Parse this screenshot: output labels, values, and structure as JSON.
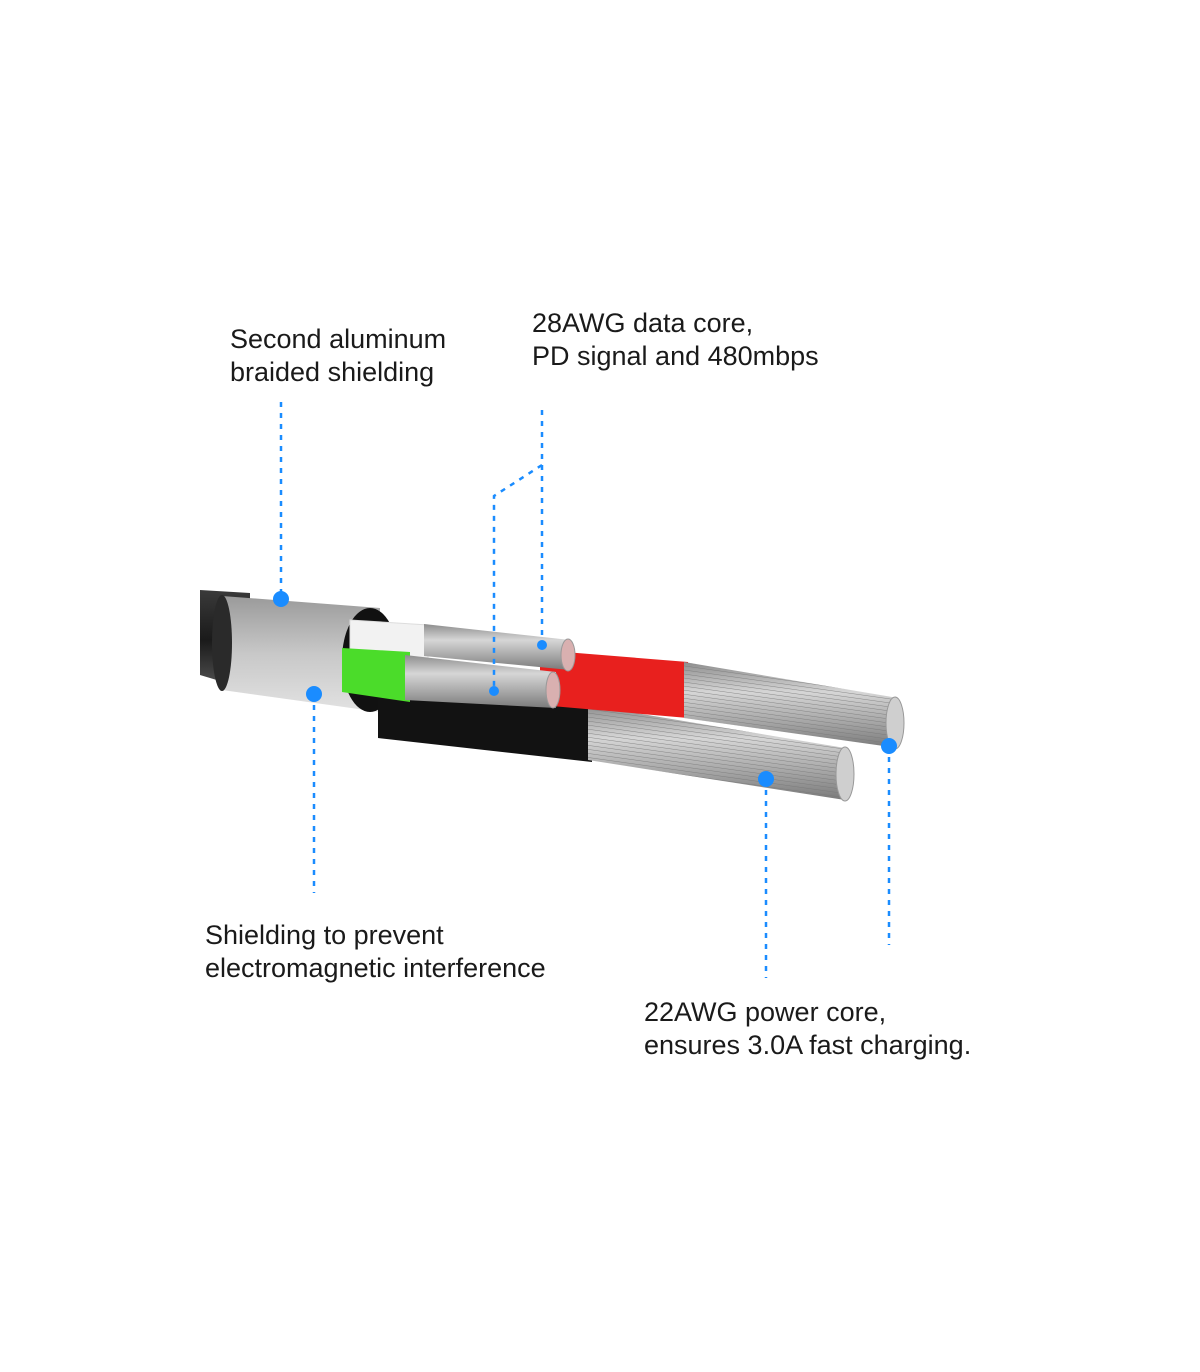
{
  "callouts": {
    "aluminum_shield": {
      "line1": "Second aluminum",
      "line2": "braided shielding"
    },
    "data_core": {
      "line1": "28AWG data core,",
      "line2": "PD signal and 480mbps"
    },
    "emi_shield": {
      "line1": "Shielding to prevent",
      "line2": "electromagnetic interference"
    },
    "power_core": {
      "line1": "22AWG power core,",
      "line2": "ensures 3.0A fast charging."
    }
  },
  "colors": {
    "accent": "#1a8cff",
    "jacket": "#1e1e1e",
    "foil": "#a9a9a9",
    "wire_white": "#f2f2f2",
    "wire_green": "#4bdc2a",
    "wire_red": "#e8201e",
    "wire_black": "#111111",
    "strands": "#b5b5b5"
  }
}
